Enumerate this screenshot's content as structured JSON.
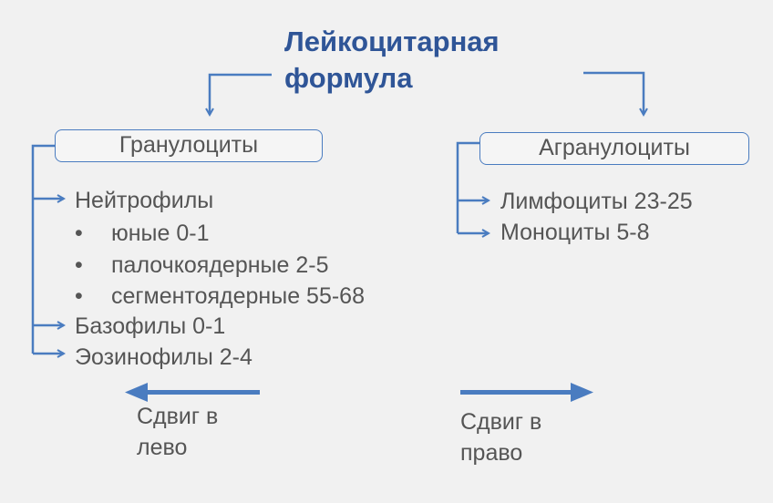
{
  "title": {
    "line1": "Лейкоцитарная",
    "line2": "формула"
  },
  "left_box": "Гранулоциты",
  "right_box": "Агранулоциты",
  "left_items": {
    "neutro": "Нейтрофилы",
    "young": "юные 0-1",
    "band": "палочкоядерные 2-5",
    "segment": "сегментоядерные 55-68",
    "baso": "Базофилы 0-1",
    "eosino": "Эозинофилы 2-4"
  },
  "bullet": "•",
  "right_items": {
    "lympho": "Лимфоциты  23-25",
    "mono": "Моноциты  5-8"
  },
  "shift_left": {
    "line1": "Сдвиг в",
    "line2": "лево"
  },
  "shift_right": {
    "line1": "Сдвиг в",
    "line2": "право"
  },
  "colors": {
    "title": "#2f5597",
    "arrow": "#4a7cc0",
    "text": "#555555",
    "background": "#f1f1f1"
  }
}
